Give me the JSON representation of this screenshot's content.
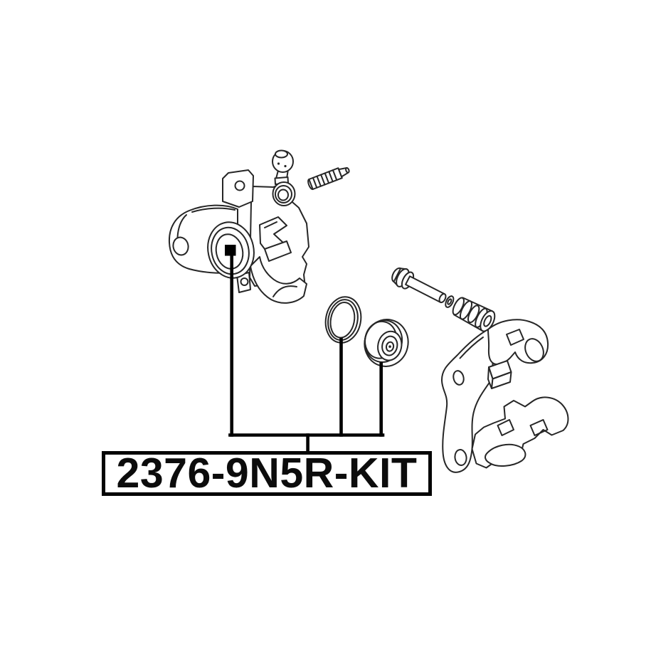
{
  "diagram": {
    "part_label": "2376-9N5R-KIT",
    "colors": {
      "background": "#ffffff",
      "drawing_line": "#262626",
      "callout_line": "#000000",
      "marker_fill": "#000000",
      "box_border": "#050505",
      "label_text": "#0c0c0c"
    },
    "parts": [
      {
        "id": "bleeder-screw-cap",
        "label": "bleeder screw cap"
      },
      {
        "id": "bleeder-screw",
        "label": "bleeder screw"
      },
      {
        "id": "brake-caliper-body",
        "label": "brake caliper body"
      },
      {
        "id": "piston-seal-ring",
        "label": "piston seal ring"
      },
      {
        "id": "piston-dust-boot",
        "label": "piston dust boot"
      },
      {
        "id": "guide-pin-bolt",
        "label": "guide pin bolt"
      },
      {
        "id": "guide-pin-dust-boot",
        "label": "guide pin dust boot"
      },
      {
        "id": "caliper-mounting-bracket",
        "label": "caliper mounting bracket"
      }
    ],
    "callout": {
      "marker_shape": "filled-square",
      "linked_parts": [
        "brake-caliper-body",
        "piston-seal-ring",
        "piston-dust-boot"
      ]
    }
  }
}
